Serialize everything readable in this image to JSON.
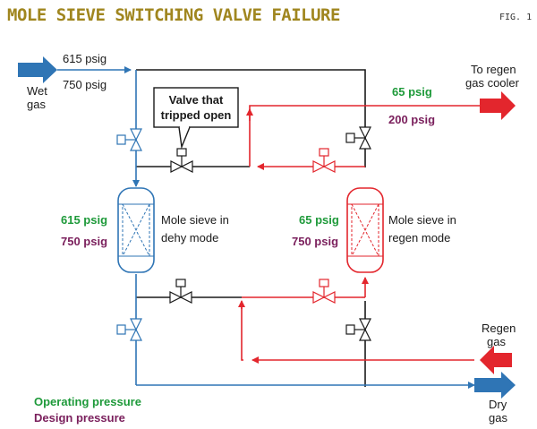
{
  "title": "MOLE SIEVE SWITCHING VALVE FAILURE",
  "fig_label": "FIG. 1",
  "colors": {
    "title": "#a0861f",
    "blue": "#2f75b5",
    "red": "#e3262d",
    "black": "#1a1a1a",
    "green": "#1e9a3a",
    "purple": "#7a1f5c"
  },
  "labels": {
    "wet_gas": [
      "Wet",
      "gas"
    ],
    "inlet_op": "615 psig",
    "inlet_design": "750 psig",
    "callout": [
      "Valve that",
      "tripped open"
    ],
    "regen_out_op": "65 psig",
    "regen_out_design": "200 psig",
    "to_regen_cooler": [
      "To regen",
      "gas cooler"
    ],
    "dehy_op": "615 psig",
    "dehy_design": "750 psig",
    "dehy_vessel": [
      "Mole sieve in",
      "dehy mode"
    ],
    "regen_op": "65 psig",
    "regen_design": "750 psig",
    "regen_vessel": [
      "Mole sieve in",
      "regen mode"
    ],
    "regen_gas_in": [
      "Regen",
      "gas"
    ],
    "dry_gas": [
      "Dry",
      "gas"
    ],
    "legend_operating": "Operating pressure",
    "legend_design": "Design pressure"
  }
}
